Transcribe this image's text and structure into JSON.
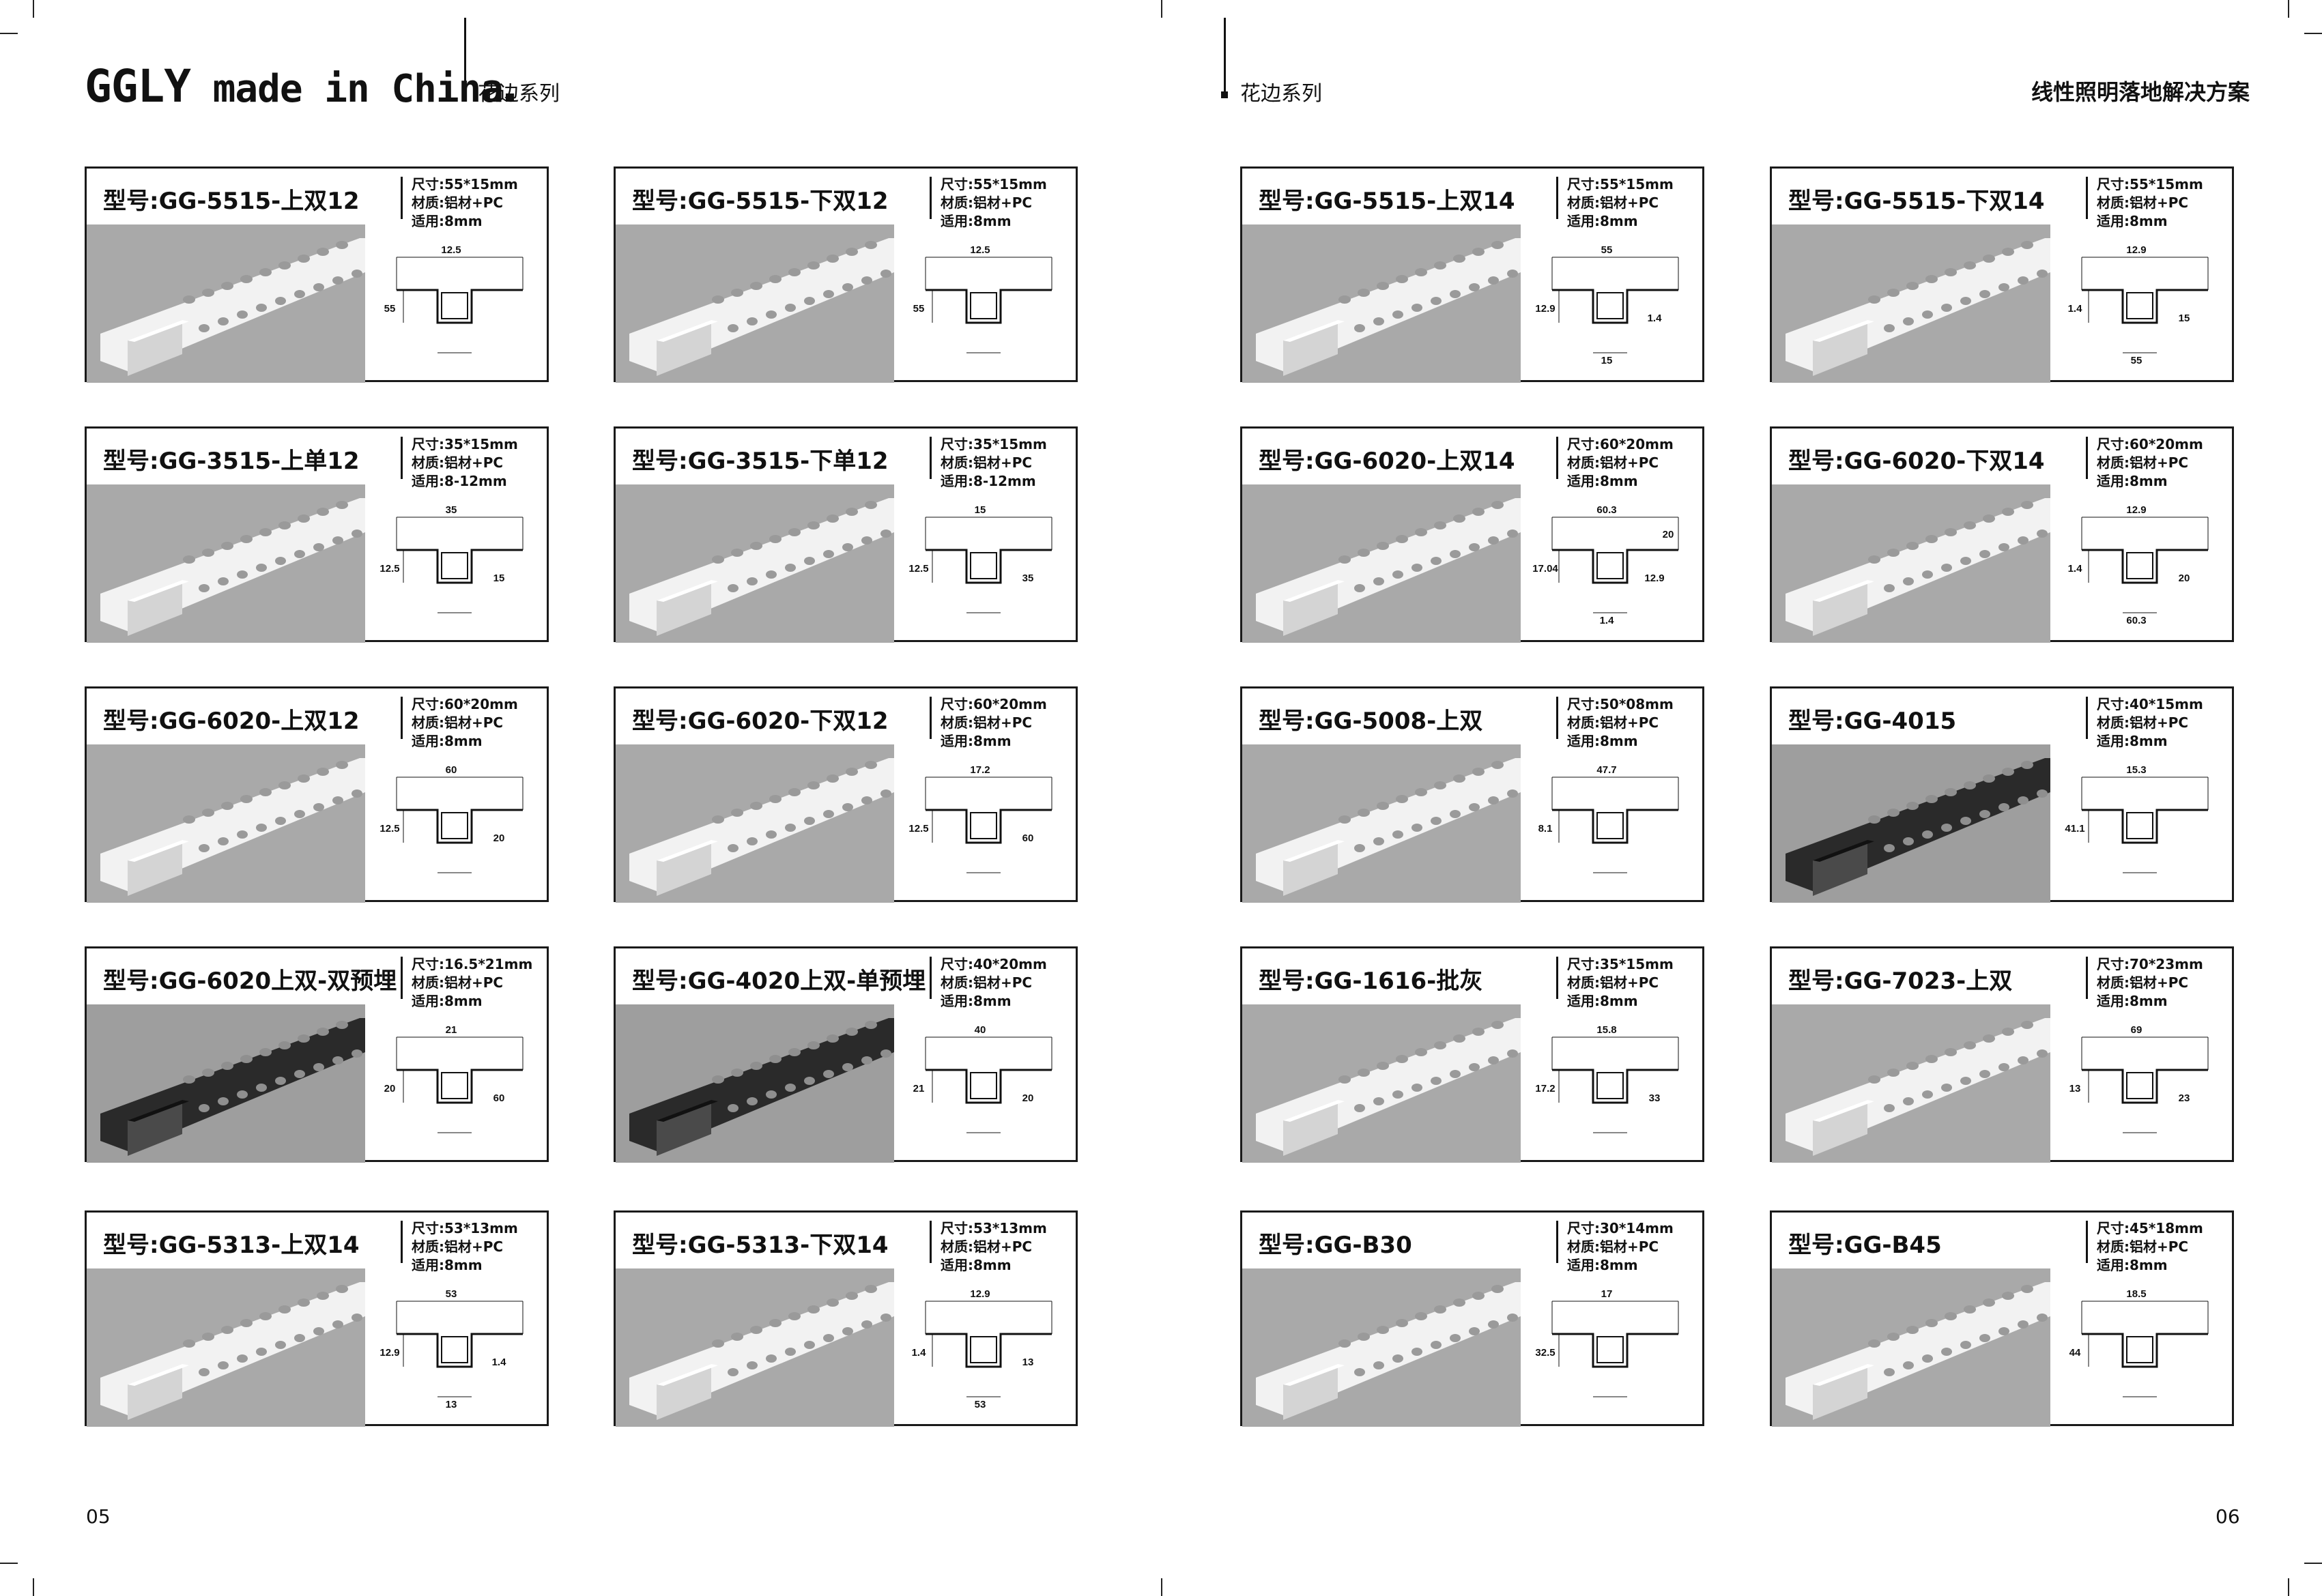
{
  "header": {
    "brand_big": "GGLY",
    "brand_rest": "made in China",
    "left_series": "花边系列",
    "right_series": "花边系列",
    "tagline": "线性照明落地解决方案"
  },
  "footer": {
    "left_page": "05",
    "right_page": "06"
  },
  "spec_labels": {
    "size": "尺寸:",
    "material": "材质:",
    "fit": "适用:"
  },
  "products": [
    {
      "title": "型号:GG-5515-上双12",
      "size": "55*15mm",
      "material": "铝材+PC",
      "fit": "8mm",
      "dims": [
        "12.5",
        "55"
      ],
      "finish": "light"
    },
    {
      "title": "型号:GG-5515-下双12",
      "size": "55*15mm",
      "material": "铝材+PC",
      "fit": "8mm",
      "dims": [
        "12.5",
        "55"
      ],
      "finish": "light"
    },
    {
      "title": "型号:GG-5515-上双14",
      "size": "55*15mm",
      "material": "铝材+PC",
      "fit": "8mm",
      "dims": [
        "55",
        "12.9",
        "1.4",
        "15"
      ],
      "finish": "light"
    },
    {
      "title": "型号:GG-5515-下双14",
      "size": "55*15mm",
      "material": "铝材+PC",
      "fit": "8mm",
      "dims": [
        "12.9",
        "1.4",
        "15",
        "55"
      ],
      "finish": "light"
    },
    {
      "title": "型号:GG-3515-上单12",
      "size": "35*15mm",
      "material": "铝材+PC",
      "fit": "8-12mm",
      "dims": [
        "35",
        "12.5",
        "15"
      ],
      "finish": "light"
    },
    {
      "title": "型号:GG-3515-下单12",
      "size": "35*15mm",
      "material": "铝材+PC",
      "fit": "8-12mm",
      "dims": [
        "15",
        "12.5",
        "35"
      ],
      "finish": "light"
    },
    {
      "title": "型号:GG-6020-上双14",
      "size": "60*20mm",
      "material": "铝材+PC",
      "fit": "8mm",
      "dims": [
        "60.3",
        "17.04",
        "12.9",
        "1.4",
        "20"
      ],
      "finish": "light"
    },
    {
      "title": "型号:GG-6020-下双14",
      "size": "60*20mm",
      "material": "铝材+PC",
      "fit": "8mm",
      "dims": [
        "12.9",
        "1.4",
        "20",
        "60.3"
      ],
      "finish": "light"
    },
    {
      "title": "型号:GG-6020-上双12",
      "size": "60*20mm",
      "material": "铝材+PC",
      "fit": "8mm",
      "dims": [
        "60",
        "12.5",
        "20"
      ],
      "finish": "light"
    },
    {
      "title": "型号:GG-6020-下双12",
      "size": "60*20mm",
      "material": "铝材+PC",
      "fit": "8mm",
      "dims": [
        "17.2",
        "12.5",
        "60"
      ],
      "finish": "light"
    },
    {
      "title": "型号:GG-5008-上双",
      "size": "50*08mm",
      "material": "铝材+PC",
      "fit": "8mm",
      "dims": [
        "47.7",
        "8.1"
      ],
      "finish": "light"
    },
    {
      "title": "型号:GG-4015",
      "size": "40*15mm",
      "material": "铝材+PC",
      "fit": "8mm",
      "dims": [
        "15.3",
        "41.1"
      ],
      "finish": "black"
    },
    {
      "title": "型号:GG-6020上双-双预埋",
      "size": "16.5*21mm",
      "material": "铝材+PC",
      "fit": "8mm",
      "dims": [
        "21",
        "20",
        "60"
      ],
      "finish": "black"
    },
    {
      "title": "型号:GG-4020上双-单预埋",
      "size": "40*20mm",
      "material": "铝材+PC",
      "fit": "8mm",
      "dims": [
        "40",
        "21",
        "20"
      ],
      "finish": "black"
    },
    {
      "title": "型号:GG-1616-批灰",
      "size": "35*15mm",
      "material": "铝材+PC",
      "fit": "8mm",
      "dims": [
        "15.8",
        "17.2",
        "33"
      ],
      "finish": "light"
    },
    {
      "title": "型号:GG-7023-上双",
      "size": "70*23mm",
      "material": "铝材+PC",
      "fit": "8mm",
      "dims": [
        "69",
        "13",
        "23"
      ],
      "finish": "light"
    },
    {
      "title": "型号:GG-5313-上双14",
      "size": "53*13mm",
      "material": "铝材+PC",
      "fit": "8mm",
      "dims": [
        "53",
        "12.9",
        "1.4",
        "13"
      ],
      "finish": "light"
    },
    {
      "title": "型号:GG-5313-下双14",
      "size": "53*13mm",
      "material": "铝材+PC",
      "fit": "8mm",
      "dims": [
        "12.9",
        "1.4",
        "13",
        "53"
      ],
      "finish": "light"
    },
    {
      "title": "型号:GG-B30",
      "size": "30*14mm",
      "material": "铝材+PC",
      "fit": "8mm",
      "dims": [
        "17",
        "32.5"
      ],
      "finish": "light"
    },
    {
      "title": "型号:GG-B45",
      "size": "45*18mm",
      "material": "铝材+PC",
      "fit": "8mm",
      "dims": [
        "18.5",
        "44"
      ],
      "finish": "light"
    }
  ]
}
